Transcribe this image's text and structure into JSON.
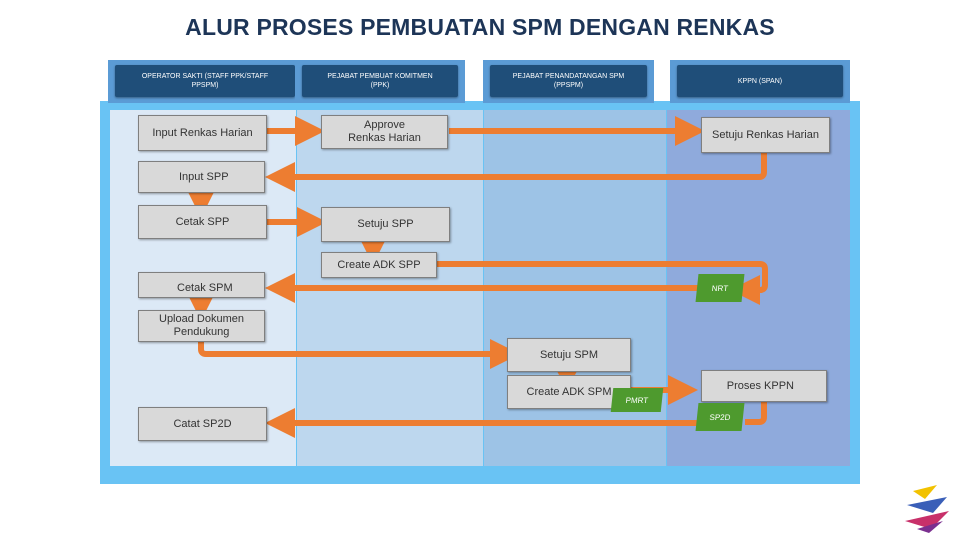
{
  "title": "ALUR PROSES PEMBUATAN SPM DENGAN RENKAS",
  "lanes": [
    {
      "header": "OPERATOR SAKTI (STAFF PPK/STAFF PPSPM)",
      "color": "#dce9f6"
    },
    {
      "header": "PEJABAT PEMBUAT KOMITMEN (PPK)",
      "color": "#bdd7ee"
    },
    {
      "header": "PEJABAT PENANDATANGAN SPM (PPSPM)",
      "color": "#9dc3e6"
    },
    {
      "header": "KPPN (SPAN)",
      "color": "#8faadc"
    }
  ],
  "steps": {
    "input_renkas": "Input Renkas Harian",
    "approve_renkas": "Approve Renkas Harian",
    "setuju_renkas": "Setuju Renkas Harian",
    "input_spp": "Input SPP",
    "cetak_spp": "Cetak SPP",
    "setuju_spp": "Setuju SPP",
    "create_adk_spp": "Create ADK SPP",
    "cetak_spm": "Cetak SPM",
    "nrt": "NRT",
    "upload_dokumen": "Upload Dokumen Pendukung",
    "setuju_spm": "Setuju SPM",
    "create_adk_spm": "Create ADK SPM",
    "pmrt": "PMRT",
    "proses_kppn": "Proses KPPN",
    "sp2d": "SP2D",
    "catat_sp2d": "Catat SP2D"
  },
  "colors": {
    "arrow": "#ed7d31",
    "header": "#1f4e79",
    "band": "#69c3f4",
    "step": "#d9d9d9",
    "label_green": "#4e9a2e"
  }
}
